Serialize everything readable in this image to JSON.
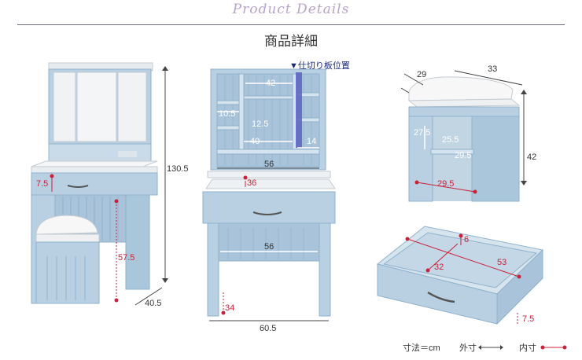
{
  "header": {
    "script_title": "Product Details",
    "jp_title": "商品詳細"
  },
  "callout": {
    "shelf_position": "▼仕切り板位置"
  },
  "view_dresser": {
    "height": "130.5",
    "depth": "40.5",
    "drawer_height": "7.5",
    "leg_space": "57.5"
  },
  "view_front": {
    "top_width": "42",
    "shelf_10": "10.5",
    "shelf_12": "12.5",
    "shelf_40": "40",
    "shelf_14": "14",
    "inner_56_top": "56",
    "drawer_depth": "36",
    "inner_56_bottom": "56",
    "leg_height": "34",
    "total_width": "60.5"
  },
  "view_stool": {
    "depth": "29",
    "width": "33",
    "height": "42",
    "inner_h": "27.5",
    "inner_d1": "25.5",
    "inner_d2": "29.5",
    "inner_w": "29.5"
  },
  "view_drawer": {
    "inner_h": "6",
    "inner_d": "32",
    "inner_w": "53",
    "outer_h": "7.5"
  },
  "legend": {
    "unit": "寸法＝cm",
    "outer": "外寸",
    "inner": "内寸"
  },
  "colors": {
    "body": "#b8d0e2",
    "body_dark": "#8fb2cc",
    "accent_red": "#c8233a",
    "mirror": "#f1f2f4"
  }
}
